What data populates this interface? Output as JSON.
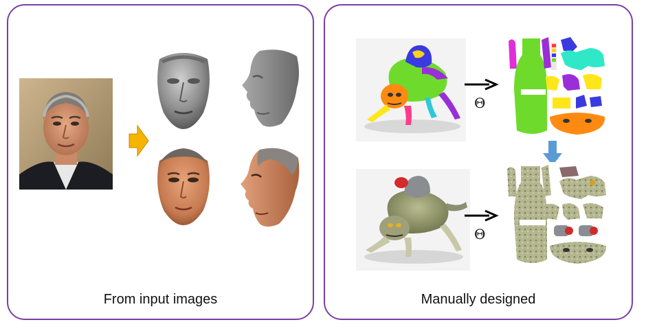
{
  "panels": {
    "left": {
      "caption": "From input images"
    },
    "right": {
      "caption": "Manually designed"
    }
  },
  "symbols": {
    "theta_top": "Θ",
    "theta_bottom": "Θ"
  },
  "colors": {
    "panel_border": "#7b3fa3",
    "arrow_yellow": "#f5b400",
    "arrow_blue": "#5b9bd5",
    "skin": "#d89a72",
    "geometry_gray": "#8f8f8f"
  },
  "icons": {
    "input_photo": "portrait-photo",
    "gray_frontal": "face-geometry-frontal",
    "gray_profile": "face-geometry-profile",
    "tex_frontal": "face-texture-frontal",
    "tex_profile": "face-texture-profile",
    "colored_model": "segmented-creature-model",
    "colored_uv": "segmented-uv-layout",
    "textured_model": "textured-creature-model",
    "textured_uv": "textured-uv-layout"
  }
}
